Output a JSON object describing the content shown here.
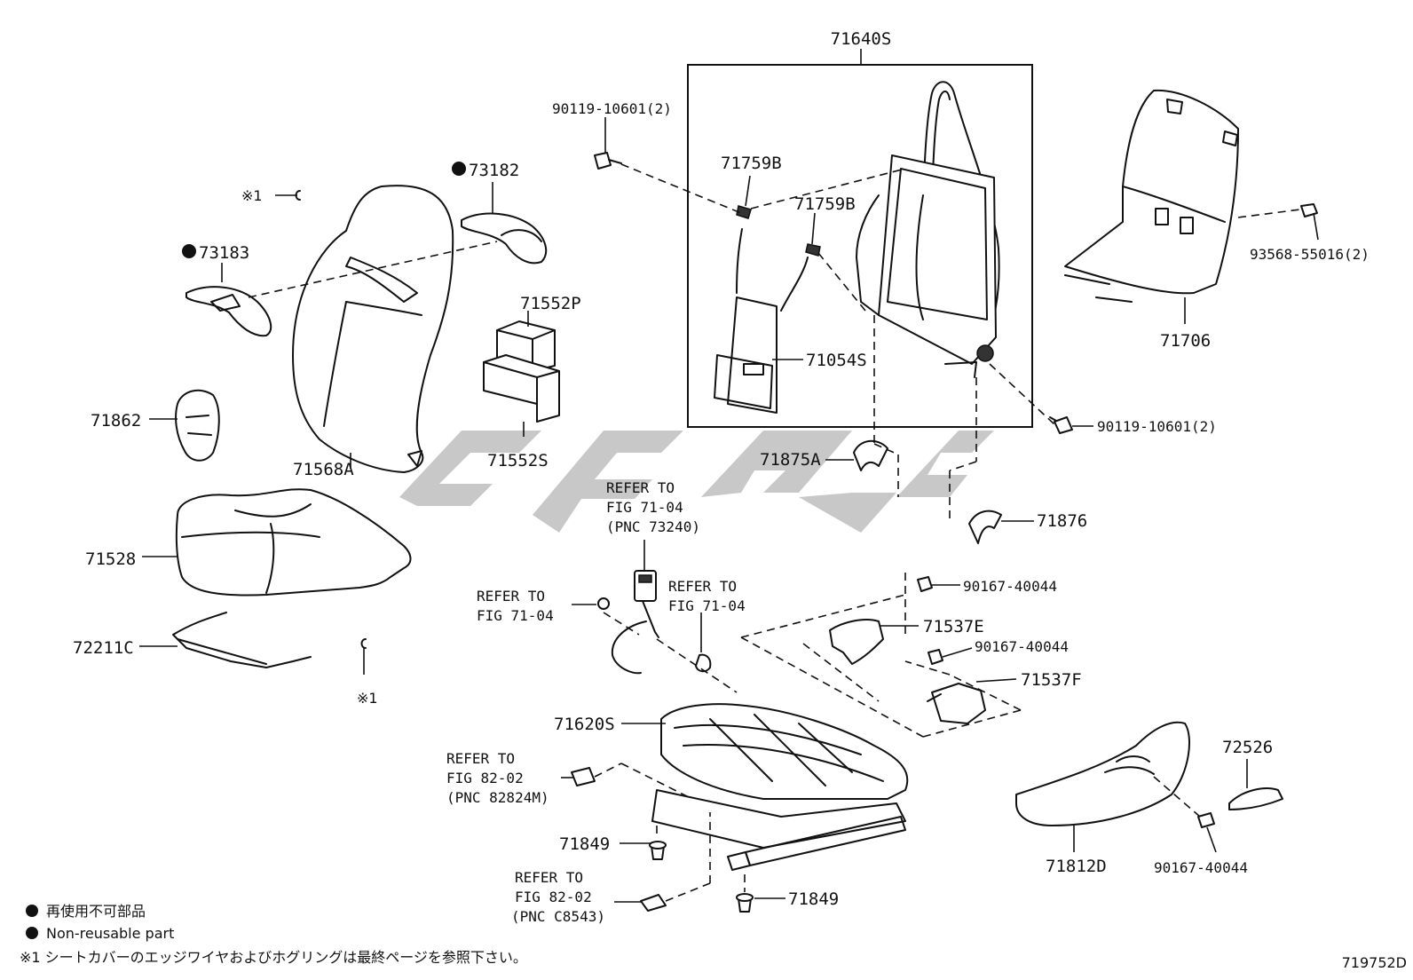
{
  "diagram": {
    "figure_code": "719752D",
    "labels": {
      "p71640S": "71640S",
      "p90119_top": "90119-10601(2)",
      "p71759B_a": "71759B",
      "p71759B_b": "71759B",
      "p71054S": "71054S",
      "p73182": "73182",
      "p73183": "73183",
      "p71552P": "71552P",
      "p71552S": "71552S",
      "p71568A": "71568A",
      "p71862": "71862",
      "p71528": "71528",
      "p72211C": "72211C",
      "p71706": "71706",
      "p93568": "93568-55016(2)",
      "p90119_right": "90119-10601(2)",
      "p71875A": "71875A",
      "p71876": "71876",
      "p90167_a": "90167-40044",
      "p71537E": "71537E",
      "p90167_b": "90167-40044",
      "p71537F": "71537F",
      "p71620S": "71620S",
      "p71849_a": "71849",
      "p71849_b": "71849",
      "p72526": "72526",
      "p71812D": "71812D",
      "p90167_c": "90167-40044",
      "mark1_a": "※1",
      "mark1_b": "※1"
    },
    "refs": {
      "r1_l1": "REFER TO",
      "r1_l2": "FIG 71-04",
      "r1_l3": "(PNC 73240)",
      "r2_l1": "REFER TO",
      "r2_l2": "FIG 71-04",
      "r3_l1": "REFER TO",
      "r3_l2": "FIG 71-04",
      "r4_l1": "REFER TO",
      "r4_l2": "FIG 82-02",
      "r4_l3": "(PNC 82824M)",
      "r5_l1": "REFER TO",
      "r5_l2": "FIG 82-02",
      "r5_l3": "(PNC C8543)"
    },
    "legend": {
      "jp": "再使用不可部品",
      "en": "Non-reusable part",
      "note": "※1 シートカバーのエッジワイヤおよびホグリングは最終ページを参照下さい。"
    }
  }
}
